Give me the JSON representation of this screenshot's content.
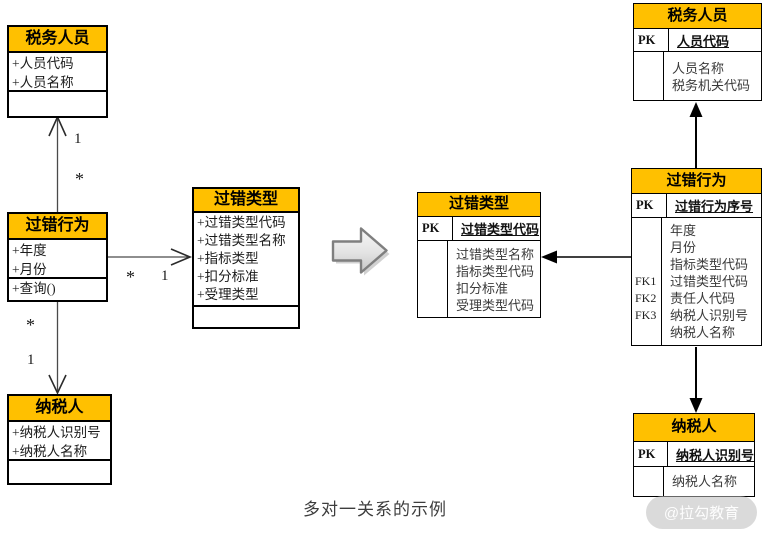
{
  "diagram_caption": "多对一关系的示例",
  "watermark": "@拉勾教育",
  "colors": {
    "header_fill": "#FFC000",
    "box_border": "#000000",
    "assoc_line": "#4a4a4a",
    "fk_line": "#000000",
    "big_arrow_fill_top": "#f7f7f7",
    "big_arrow_fill_bottom": "#cccccc",
    "big_arrow_stroke": "#7f7f7f"
  },
  "uml": {
    "classes": [
      {
        "title": "税务人员",
        "attributes": [
          "+人员代码",
          "+人员名称"
        ],
        "operations": []
      },
      {
        "title": "过错行为",
        "attributes": [
          "+年度",
          "+月份"
        ],
        "operations": [
          "+查询()"
        ]
      },
      {
        "title": "过错类型",
        "attributes": [
          "+过错类型代码",
          "+过错类型名称",
          "+指标类型",
          "+扣分标准",
          "+受理类型"
        ],
        "operations": []
      },
      {
        "title": "纳税人",
        "attributes": [
          "+纳税人识别号",
          "+纳税人名称"
        ],
        "operations": []
      }
    ],
    "associations": [
      {
        "from": "过错行为",
        "to": "税务人员",
        "target_multiplicity": "1",
        "source_multiplicity": "*"
      },
      {
        "from": "过错行为",
        "to": "纳税人",
        "source_multiplicity": "*",
        "target_multiplicity": "1"
      },
      {
        "from": "过错行为",
        "to": "过错类型",
        "source_multiplicity": "*",
        "target_multiplicity": "1"
      }
    ]
  },
  "er": {
    "tables": [
      {
        "title": "税务人员",
        "pk_key": "PK",
        "pk_field": "人员代码",
        "rows": [
          {
            "key": "",
            "field": "人员名称"
          },
          {
            "key": "",
            "field": "税务机关代码"
          }
        ]
      },
      {
        "title": "过错行为",
        "pk_key": "PK",
        "pk_field": "过错行为序号",
        "rows": [
          {
            "key": "",
            "field": "年度"
          },
          {
            "key": "",
            "field": "月份"
          },
          {
            "key": "",
            "field": "指标类型代码"
          },
          {
            "key": "FK1",
            "field": "过错类型代码"
          },
          {
            "key": "FK2",
            "field": "责任人代码"
          },
          {
            "key": "FK3",
            "field": "纳税人识别号"
          },
          {
            "key": "",
            "field": "纳税人名称"
          }
        ]
      },
      {
        "title": "过错类型",
        "pk_key": "PK",
        "pk_field": "过错类型代码",
        "rows": [
          {
            "key": "",
            "field": "过错类型名称"
          },
          {
            "key": "",
            "field": "指标类型代码"
          },
          {
            "key": "",
            "field": "扣分标准"
          },
          {
            "key": "",
            "field": "受理类型代码"
          }
        ]
      },
      {
        "title": "纳税人",
        "pk_key": "PK",
        "pk_field": "纳税人识别号",
        "rows": [
          {
            "key": "",
            "field": "纳税人名称"
          }
        ]
      }
    ]
  }
}
